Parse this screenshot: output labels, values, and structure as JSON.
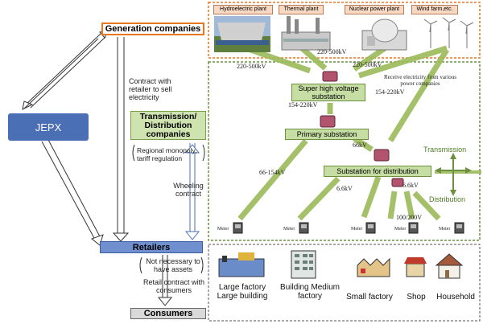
{
  "left": {
    "generation": "Generation companies",
    "jepx": "JEPX",
    "contract_note": "Contract with retailer to sell electricity",
    "td_companies": "Transmission/ Distribution companies",
    "regional_note": "Regional monopoly, tariff regulation",
    "wheeling_note": "Wheeling contract",
    "retailers": "Retailers",
    "not_necessary_note": "Not necessary to have assets",
    "retail_contract_note": "Retail contract with consumers",
    "consumers": "Consumers"
  },
  "plants": [
    {
      "label": "Hydroelectric plant"
    },
    {
      "label": "Thermal plant"
    },
    {
      "label": "Nuclear power plant"
    },
    {
      "label": "Wind farm,etc."
    }
  ],
  "grid": {
    "super_hv": "Super high voltage substation",
    "primary": "Primary substation",
    "distribution_sub": "Substation for distribution",
    "receive_note": "Receive electricity from various power companies",
    "transmission": "Transmission",
    "distribution": "Distribution",
    "voltages": {
      "v1": "220-500kV",
      "v2": "220-500kV",
      "v3": "220-500kV",
      "v4": "154-220kV",
      "v5": "154-220kV",
      "v6": "66kV",
      "v7": "66-154kV",
      "v8": "6.6kV",
      "v9": "6.6kV",
      "v10": "100/200V"
    },
    "meter": "Meter"
  },
  "customers": [
    {
      "label": "Large factory Large building"
    },
    {
      "label": "Building Medium factory"
    },
    {
      "label": "Small factory"
    },
    {
      "label": "Shop"
    },
    {
      "label": "Household"
    }
  ],
  "colors": {
    "orange_border": "#e87722",
    "green_dash": "#6e8f3e",
    "arrow_green": "#9bbb59",
    "jepx_blue": "#4a6fb5",
    "retail_blue": "#6f8fcf"
  }
}
